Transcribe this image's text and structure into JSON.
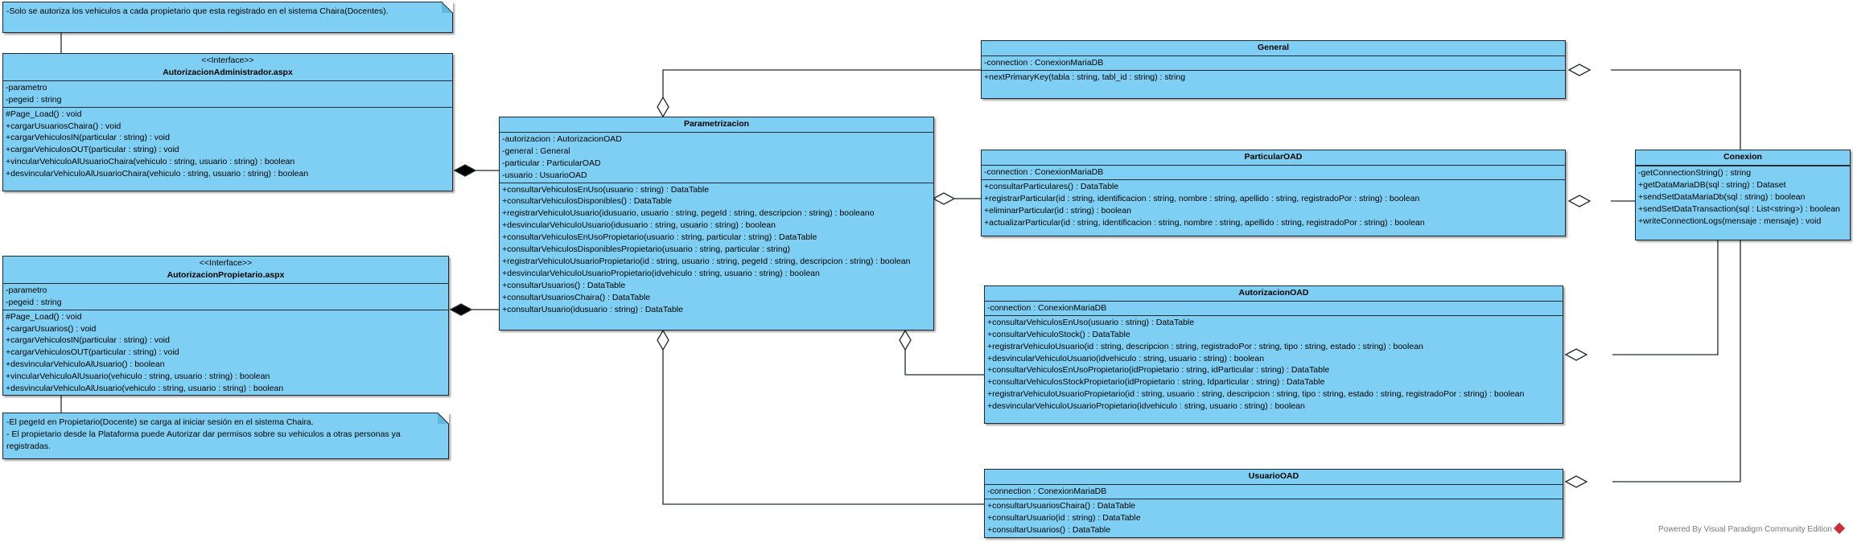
{
  "notes": {
    "top": "-Solo se autoriza los vehiculos a cada propietario que esta registrado en el sistema  Chaira(Docentes).",
    "bottom": [
      "-El pegeId en Propietario(Docente) se carga al iniciar sesión en el sistema Chaira.",
      "- El propietario desde la Plataforma puede Autorizar dar permisos sobre su vehiculos a otras personas ya",
      "registradas."
    ]
  },
  "classes": {
    "admin": {
      "stereotype": "<<Interface>>",
      "name": "AutorizacionAdministrador.aspx",
      "attributes": [
        "-parametro",
        "-pegeid : string"
      ],
      "operations": [
        "#Page_Load() : void",
        "+cargarUsuariosChaira() : void",
        "+cargarVehiculosIN(particular : string) : void",
        "+cargarVehiculosOUT(particular : string) : void",
        "+vincularVehiculoAlUsuarioChaira(vehiculo : string, usuario : string) : boolean",
        "+desvincularVehiculoAlUsuarioChaira(vehiculo : string, usuario : string) : boolean"
      ]
    },
    "propietario": {
      "stereotype": "<<Interface>>",
      "name": "AutorizacionPropietario.aspx",
      "attributes": [
        "-parametro",
        "-pegeid : string"
      ],
      "operations": [
        "#Page_Load() : void",
        "+cargarUsuarios() : void",
        "+cargarVehiculosIN(particular : string) : void",
        "+cargarVehiculosOUT(particular : string) : void",
        "+desvincularVehiculoAlUsuario() : boolean",
        "+vincularVehiculoAlUsuario(vehiculo : string, usuario : string) : boolean",
        "+desvincularVehiculoAlUsuario(vehiculo : string, usuario : string) : boolean"
      ]
    },
    "parametrizacion": {
      "name": "Parametrizacion",
      "attributes": [
        "-autorizacion : AutorizacionOAD",
        "-general : General",
        "-particular : ParticularOAD",
        "-usuario : UsuarioOAD"
      ],
      "operations": [
        "+consultarVehiculosEnUso(usuario : string) : DataTable",
        "+consultarVehiculosDisponibles() : DataTable",
        "+registrarVehiculoUsuario(idusuario, usuario : string, pegeId : string, descripcion : string) : booleano",
        "+desvincularVehiculoUsuario(idusuario : string, usuario : string) : boolean",
        "+consultarVehiculosEnUsoPropietario(usuario : string, particular : string) : DataTable",
        "+consultarVehiculosDisponiblesPropietario(usuario : string, particular : string)",
        "+registrarVehiculoUsuarioPropietario(id : string, usuario : string, pegeId : string, descripcion : string) : boolean",
        "+desvincularVehiculoUsuarioPropietario(idvehiculo : string, usuario : string) : boolean",
        "+consultarUsuarios() : DataTable",
        "+consultarUsuariosChaira() : DataTable",
        "+consultarUsuario(idusuario : string) : DataTable"
      ]
    },
    "general": {
      "name": "General",
      "attributes": [
        "-connection : ConexionMariaDB"
      ],
      "operations": [
        "+nextPrimaryKey(tabla : string, tabl_id : string) : string"
      ]
    },
    "particular": {
      "name": "ParticularOAD",
      "attributes": [
        "-connection : ConexionMariaDB"
      ],
      "operations": [
        "+consultarParticulares() : DataTable",
        "+registrarParticular(id : string, identificacion : string, nombre : string, apellido : string, registradoPor : string) : boolean",
        "+eliminarParticular(id : string) : boolean",
        "+actualizarParticular(id : string, identificacion : string, nombre : string, apellido : string, registradoPor : string) : boolean"
      ]
    },
    "autorizacion": {
      "name": "AutorizacionOAD",
      "attributes": [
        "-connection : ConexionMariaDB"
      ],
      "operations": [
        "+consultarVehiculosEnUso(usuario : string) : DataTable",
        "+consultarVehiculoStock() : DataTable",
        "+registrarVehiculoUsuario(id : string, descripcion : string, registradoPor : string, tipo : string, estado : string) : boolean",
        "+desvincularVehiculoUsuario(idvehiculo : string, usuario : string) : boolean",
        "+consultarVehiculosEnUsoPropietario(idPropietario : string, idParticular : string) : DataTable",
        "+consultarVehiculosStockPropietario(idPropietario : string, Idparticular : string) : DataTable",
        "+registrarVehiculoUsuarioPropietario(id : string, usuario : string, descripcion : string, tipo : string, estado : string, registradoPor : string) : boolean",
        "+desvincularVehiculoUsuarioPropietario(idvehiculo : string, usuario : string) : boolean"
      ]
    },
    "usuario": {
      "name": "UsuarioOAD",
      "attributes": [
        "-connection : ConexionMariaDB"
      ],
      "operations": [
        "+consultarUsuariosChaira() : DataTable",
        "+consultarUsuario(id : string) : DataTable",
        "+consultarUsuarios() : DataTable"
      ]
    },
    "conexion": {
      "name": "Conexion",
      "attributes": [],
      "operations": [
        "-getConnectionString() : string",
        "+getDataMariaDB(sql : string) : Dataset",
        "+sendSetDataMariaDb(sql : string) : boolean",
        "+sendSetDataTransaction(sql : List<string>) : boolean",
        "+writeConnectionLogs(mensaje : mensaje) : void"
      ]
    }
  },
  "footer": "Powered By  Visual Paradigm Community Edition"
}
